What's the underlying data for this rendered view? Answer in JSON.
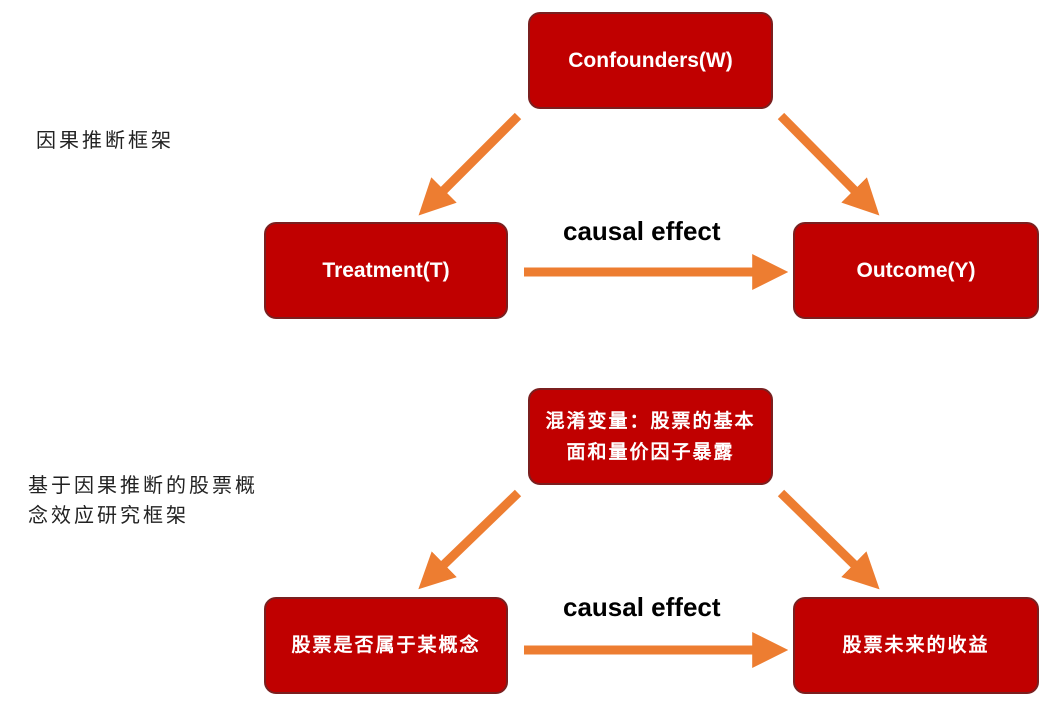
{
  "diagram1": {
    "side_label": "因果推断框架",
    "confounders": "Confounders(W)",
    "treatment": "Treatment(T)",
    "outcome": "Outcome(Y)",
    "edge_label": "causal effect"
  },
  "diagram2": {
    "side_label": "基于因果推断的股票概念效应研究框架",
    "confounders": "混淆变量：股票的基本面和量价因子暴露",
    "treatment": "股票是否属于某概念",
    "outcome": "股票未来的收益",
    "edge_label": "causal effect"
  },
  "colors": {
    "box_fill": "#c00000",
    "box_border": "#7a1f1f",
    "arrow": "#ed7d31"
  }
}
